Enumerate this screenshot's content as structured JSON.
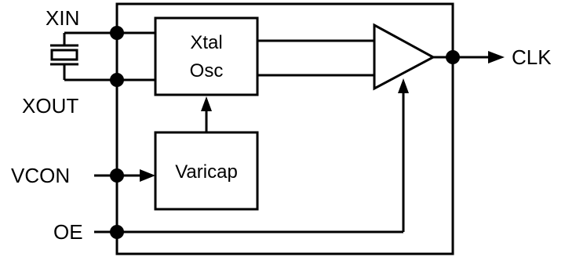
{
  "pins": {
    "xin": "XIN",
    "xout": "XOUT",
    "vcon": "VCON",
    "oe": "OE",
    "clk": "CLK"
  },
  "blocks": {
    "osc_line1": "Xtal",
    "osc_line2": "Osc",
    "varicap": "Varicap"
  }
}
